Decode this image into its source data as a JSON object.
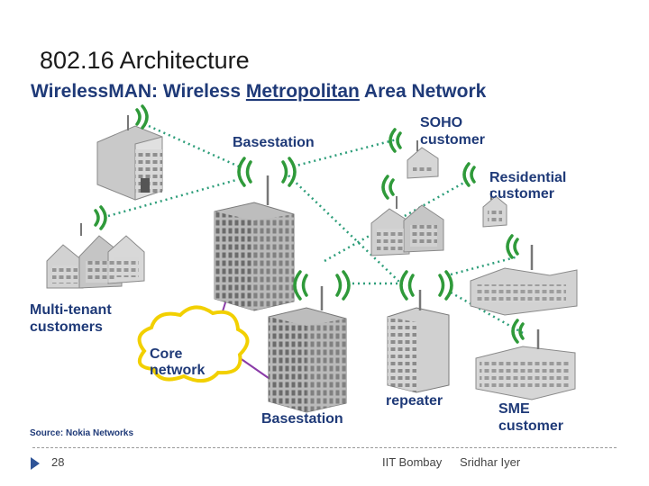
{
  "slide": {
    "title": "802.16 Architecture",
    "page_number": "28",
    "institution": "IIT Bombay",
    "author": "Sridhar Iyer"
  },
  "diagram": {
    "heading_parts": [
      "WirelessMAN:  Wireless ",
      "Metropolitan",
      " Area Network"
    ],
    "labels": {
      "basestation_top": "Basestation",
      "soho": [
        "SOHO",
        "customer"
      ],
      "residential": [
        "Residential",
        "customer"
      ],
      "multi_tenant": [
        "Multi-tenant",
        "customers"
      ],
      "core_network": [
        "Core",
        "network"
      ],
      "basestation_bottom": "Basestation",
      "repeater": "repeater",
      "sme": [
        "SME",
        "customer"
      ],
      "source": "Source: Nokia Networks"
    },
    "colors": {
      "label_text": "#1f3a78",
      "wireless_link": "#2e9e7a",
      "wired_link": "#8a3ba8",
      "radio_wave": "#2f9a3a",
      "core_cloud_border": "#f2d000",
      "building": "#d4d4d4"
    }
  }
}
